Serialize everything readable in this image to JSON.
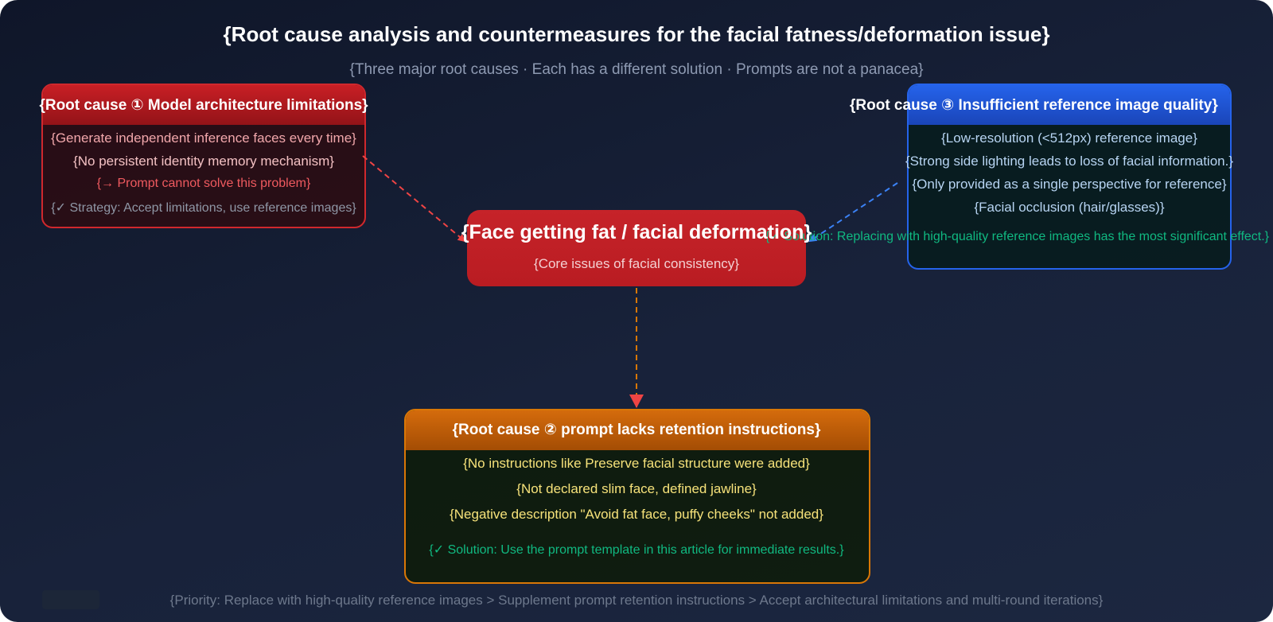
{
  "title": "{Root cause analysis and countermeasures for the facial fatness/deformation issue}",
  "subtitle": "{Three major root causes · Each has a different solution · Prompts are not a panacea}",
  "center": {
    "title": "{Face getting fat / facial deformation}",
    "subtitle": "{Core issues of facial consistency}"
  },
  "cause1": {
    "title": "{Root cause ① Model architecture limitations}",
    "items": [
      "{Generate independent inference faces every time}",
      "{No persistent identity memory mechanism}"
    ],
    "note": "{→ Prompt cannot solve this problem}",
    "strategy": "{✓ Strategy: Accept limitations, use reference images}"
  },
  "cause2": {
    "title": "{Root cause ② prompt lacks retention instructions}",
    "items": [
      "{No instructions like Preserve facial structure were added}",
      "{Not declared slim face, defined jawline}",
      "{Negative description \"Avoid fat face, puffy cheeks\" not added}"
    ],
    "solution": "{✓ Solution: Use the prompt template in this article for immediate results.}"
  },
  "cause3": {
    "title": "{Root cause ③ Insufficient reference image quality}",
    "items": [
      "{Low-resolution (<512px) reference image}",
      "{Strong side lighting leads to loss of facial information.}",
      "{Only provided as a single perspective for reference}",
      "{Facial occlusion (hair/glasses)}"
    ],
    "solution": "{✓ Solution: Replacing with high-quality reference images has the most significant effect.}"
  },
  "footer": "{Priority: Replace with high-quality reference images > Supplement prompt retention instructions > Accept architectural limitations and multi-round iterations}",
  "colors": {
    "red": "#dc2626",
    "orange": "#d97706",
    "blue": "#2563eb",
    "green": "#10b981"
  }
}
